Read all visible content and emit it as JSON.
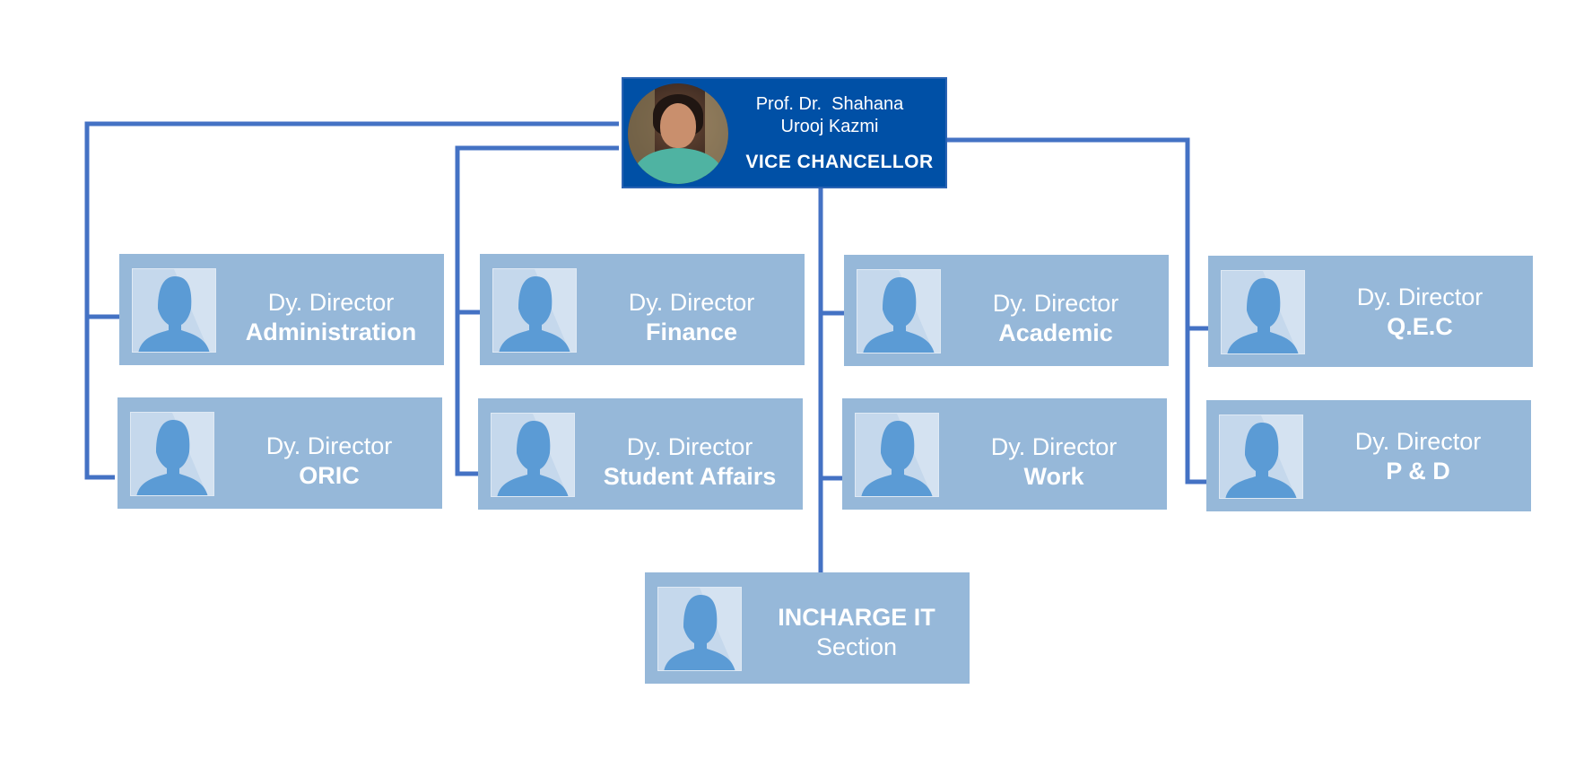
{
  "colors": {
    "connector": "#4472c4",
    "vc_box": "#0050a6",
    "node_fill": "#96b8d9",
    "avatar_bg": "#c5d8ec",
    "avatar_figure": "#5b9bd5"
  },
  "head": {
    "name_line1": "Prof. Dr.  Shahana",
    "name_line2": "Urooj Kazmi",
    "title": "VICE CHANCELLOR",
    "photo_icon": "person-photo"
  },
  "nodes": {
    "administration": {
      "line1": "Dy. Director",
      "line2": "Administration"
    },
    "oric": {
      "line1": "Dy. Director",
      "line2": "ORIC"
    },
    "finance": {
      "line1": "Dy. Director",
      "line2": "Finance"
    },
    "student_affairs": {
      "line1": "Dy. Director",
      "line2": "Student Affairs"
    },
    "academic": {
      "line1": "Dy. Director",
      "line2": "Academic"
    },
    "work": {
      "line1": "Dy. Director",
      "line2": "Work"
    },
    "qec": {
      "line1": "Dy. Director",
      "line2": "Q.E.C"
    },
    "pd": {
      "line1": "Dy. Director",
      "line2": "P & D"
    },
    "it": {
      "line1": "INCHARGE IT",
      "line2": "Section"
    }
  },
  "avatar_icon": "person-placeholder-icon"
}
